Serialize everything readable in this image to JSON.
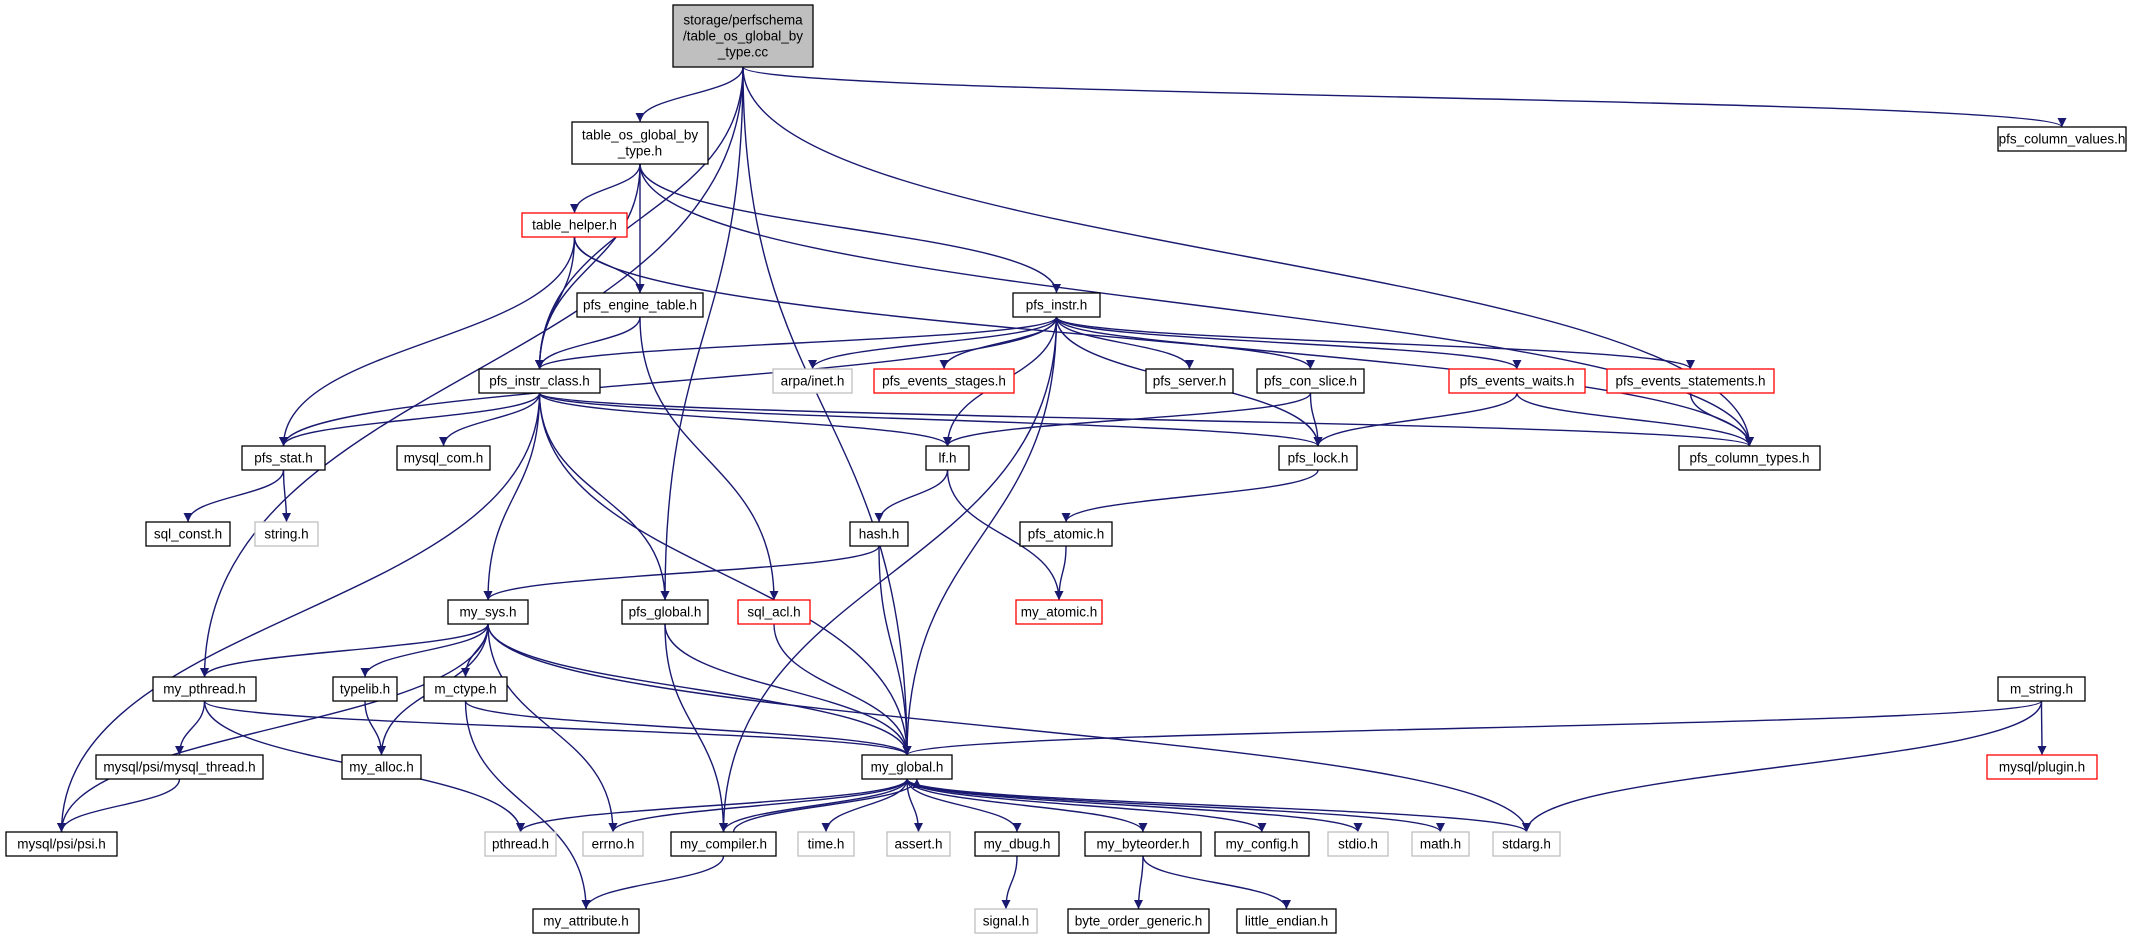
{
  "diagram": {
    "nodes": [
      {
        "id": "root",
        "lines": [
          "storage/perfschema",
          "/table_os_global_by",
          "_type.cc"
        ],
        "style": "root"
      },
      {
        "id": "tog_h",
        "lines": [
          "table_os_global_by",
          "_type.h"
        ],
        "style": "normal"
      },
      {
        "id": "pfs_column_values",
        "lines": [
          "pfs_column_values.h"
        ],
        "style": "normal"
      },
      {
        "id": "table_helper",
        "lines": [
          "table_helper.h"
        ],
        "style": "red"
      },
      {
        "id": "pfs_engine_table",
        "lines": [
          "pfs_engine_table.h"
        ],
        "style": "normal"
      },
      {
        "id": "pfs_instr",
        "lines": [
          "pfs_instr.h"
        ],
        "style": "normal"
      },
      {
        "id": "pfs_instr_class",
        "lines": [
          "pfs_instr_class.h"
        ],
        "style": "normal"
      },
      {
        "id": "arpa_inet",
        "lines": [
          "arpa/inet.h"
        ],
        "style": "gray"
      },
      {
        "id": "pfs_events_stages",
        "lines": [
          "pfs_events_stages.h"
        ],
        "style": "red"
      },
      {
        "id": "pfs_server",
        "lines": [
          "pfs_server.h"
        ],
        "style": "normal"
      },
      {
        "id": "pfs_con_slice",
        "lines": [
          "pfs_con_slice.h"
        ],
        "style": "normal"
      },
      {
        "id": "pfs_events_waits",
        "lines": [
          "pfs_events_waits.h"
        ],
        "style": "red"
      },
      {
        "id": "pfs_events_statements",
        "lines": [
          "pfs_events_statements.h"
        ],
        "style": "red"
      },
      {
        "id": "pfs_stat",
        "lines": [
          "pfs_stat.h"
        ],
        "style": "normal"
      },
      {
        "id": "mysql_com",
        "lines": [
          "mysql_com.h"
        ],
        "style": "normal"
      },
      {
        "id": "lf",
        "lines": [
          "lf.h"
        ],
        "style": "normal"
      },
      {
        "id": "pfs_lock",
        "lines": [
          "pfs_lock.h"
        ],
        "style": "normal"
      },
      {
        "id": "pfs_column_types",
        "lines": [
          "pfs_column_types.h"
        ],
        "style": "normal"
      },
      {
        "id": "sql_const",
        "lines": [
          "sql_const.h"
        ],
        "style": "normal"
      },
      {
        "id": "string_h",
        "lines": [
          "string.h"
        ],
        "style": "gray"
      },
      {
        "id": "hash",
        "lines": [
          "hash.h"
        ],
        "style": "normal"
      },
      {
        "id": "pfs_atomic",
        "lines": [
          "pfs_atomic.h"
        ],
        "style": "normal"
      },
      {
        "id": "my_sys",
        "lines": [
          "my_sys.h"
        ],
        "style": "normal"
      },
      {
        "id": "pfs_global",
        "lines": [
          "pfs_global.h"
        ],
        "style": "normal"
      },
      {
        "id": "sql_acl",
        "lines": [
          "sql_acl.h"
        ],
        "style": "red"
      },
      {
        "id": "my_atomic",
        "lines": [
          "my_atomic.h"
        ],
        "style": "red"
      },
      {
        "id": "my_pthread",
        "lines": [
          "my_pthread.h"
        ],
        "style": "normal"
      },
      {
        "id": "typelib",
        "lines": [
          "typelib.h"
        ],
        "style": "normal"
      },
      {
        "id": "m_ctype",
        "lines": [
          "m_ctype.h"
        ],
        "style": "normal"
      },
      {
        "id": "m_string",
        "lines": [
          "m_string.h"
        ],
        "style": "normal"
      },
      {
        "id": "mysql_psi_thread",
        "lines": [
          "mysql/psi/mysql_thread.h"
        ],
        "style": "normal"
      },
      {
        "id": "my_alloc",
        "lines": [
          "my_alloc.h"
        ],
        "style": "normal"
      },
      {
        "id": "my_global",
        "lines": [
          "my_global.h"
        ],
        "style": "normal"
      },
      {
        "id": "mysql_plugin",
        "lines": [
          "mysql/plugin.h"
        ],
        "style": "red"
      },
      {
        "id": "mysql_psi_psi",
        "lines": [
          "mysql/psi/psi.h"
        ],
        "style": "normal"
      },
      {
        "id": "pthread_h",
        "lines": [
          "pthread.h"
        ],
        "style": "gray"
      },
      {
        "id": "errno_h",
        "lines": [
          "errno.h"
        ],
        "style": "gray"
      },
      {
        "id": "my_compiler",
        "lines": [
          "my_compiler.h"
        ],
        "style": "normal"
      },
      {
        "id": "time_h",
        "lines": [
          "time.h"
        ],
        "style": "gray"
      },
      {
        "id": "assert_h",
        "lines": [
          "assert.h"
        ],
        "style": "gray"
      },
      {
        "id": "my_dbug",
        "lines": [
          "my_dbug.h"
        ],
        "style": "normal"
      },
      {
        "id": "my_byteorder",
        "lines": [
          "my_byteorder.h"
        ],
        "style": "normal"
      },
      {
        "id": "my_config",
        "lines": [
          "my_config.h"
        ],
        "style": "normal"
      },
      {
        "id": "stdio_h",
        "lines": [
          "stdio.h"
        ],
        "style": "gray"
      },
      {
        "id": "math_h",
        "lines": [
          "math.h"
        ],
        "style": "gray"
      },
      {
        "id": "stdarg_h",
        "lines": [
          "stdarg.h"
        ],
        "style": "gray"
      },
      {
        "id": "my_attribute",
        "lines": [
          "my_attribute.h"
        ],
        "style": "normal"
      },
      {
        "id": "signal_h",
        "lines": [
          "signal.h"
        ],
        "style": "gray"
      },
      {
        "id": "byte_order_generic",
        "lines": [
          "byte_order_generic.h"
        ],
        "style": "normal"
      },
      {
        "id": "little_endian",
        "lines": [
          "little_endian.h"
        ],
        "style": "normal"
      }
    ],
    "edges": [
      [
        "root",
        "tog_h"
      ],
      [
        "root",
        "pfs_column_values"
      ],
      [
        "root",
        "pfs_instr_class"
      ],
      [
        "root",
        "pfs_column_types"
      ],
      [
        "root",
        "my_pthread"
      ],
      [
        "root",
        "pfs_global"
      ],
      [
        "root",
        "my_global"
      ],
      [
        "tog_h",
        "table_helper"
      ],
      [
        "tog_h",
        "pfs_engine_table"
      ],
      [
        "tog_h",
        "pfs_instr"
      ],
      [
        "tog_h",
        "pfs_instr_class"
      ],
      [
        "tog_h",
        "pfs_column_types"
      ],
      [
        "table_helper",
        "pfs_engine_table"
      ],
      [
        "table_helper",
        "pfs_instr_class"
      ],
      [
        "table_helper",
        "pfs_stat"
      ],
      [
        "table_helper",
        "pfs_column_types"
      ],
      [
        "pfs_engine_table",
        "pfs_instr_class"
      ],
      [
        "pfs_engine_table",
        "sql_acl"
      ],
      [
        "pfs_instr",
        "pfs_instr_class"
      ],
      [
        "pfs_instr",
        "arpa_inet"
      ],
      [
        "pfs_instr",
        "pfs_events_stages"
      ],
      [
        "pfs_instr",
        "pfs_server"
      ],
      [
        "pfs_instr",
        "pfs_con_slice"
      ],
      [
        "pfs_instr",
        "pfs_events_waits"
      ],
      [
        "pfs_instr",
        "pfs_events_statements"
      ],
      [
        "pfs_instr",
        "pfs_stat"
      ],
      [
        "pfs_instr",
        "lf"
      ],
      [
        "pfs_instr",
        "pfs_lock"
      ],
      [
        "pfs_instr",
        "my_compiler"
      ],
      [
        "pfs_instr",
        "my_global"
      ],
      [
        "pfs_instr_class",
        "pfs_stat"
      ],
      [
        "pfs_instr_class",
        "mysql_com"
      ],
      [
        "pfs_instr_class",
        "lf"
      ],
      [
        "pfs_instr_class",
        "pfs_lock"
      ],
      [
        "pfs_instr_class",
        "pfs_column_types"
      ],
      [
        "pfs_instr_class",
        "my_sys"
      ],
      [
        "pfs_instr_class",
        "pfs_global"
      ],
      [
        "pfs_instr_class",
        "my_global"
      ],
      [
        "pfs_instr_class",
        "mysql_psi_psi"
      ],
      [
        "pfs_con_slice",
        "lf"
      ],
      [
        "pfs_con_slice",
        "pfs_lock"
      ],
      [
        "pfs_events_waits",
        "pfs_lock"
      ],
      [
        "pfs_events_waits",
        "pfs_column_types"
      ],
      [
        "pfs_events_statements",
        "pfs_column_types"
      ],
      [
        "pfs_stat",
        "sql_const"
      ],
      [
        "pfs_stat",
        "string_h"
      ],
      [
        "lf",
        "hash"
      ],
      [
        "lf",
        "my_atomic"
      ],
      [
        "pfs_lock",
        "pfs_atomic"
      ],
      [
        "pfs_atomic",
        "my_atomic"
      ],
      [
        "hash",
        "my_sys"
      ],
      [
        "hash",
        "my_global"
      ],
      [
        "my_sys",
        "my_pthread"
      ],
      [
        "my_sys",
        "typelib"
      ],
      [
        "my_sys",
        "m_ctype"
      ],
      [
        "my_sys",
        "my_alloc"
      ],
      [
        "my_sys",
        "my_global"
      ],
      [
        "my_sys",
        "errno_h"
      ],
      [
        "my_sys",
        "stdarg_h"
      ],
      [
        "my_sys",
        "mysql_psi_psi"
      ],
      [
        "pfs_global",
        "my_global"
      ],
      [
        "pfs_global",
        "my_compiler"
      ],
      [
        "sql_acl",
        "my_global"
      ],
      [
        "my_pthread",
        "mysql_psi_thread"
      ],
      [
        "my_pthread",
        "my_global"
      ],
      [
        "my_pthread",
        "pthread_h"
      ],
      [
        "mysql_psi_thread",
        "mysql_psi_psi"
      ],
      [
        "typelib",
        "my_alloc"
      ],
      [
        "m_ctype",
        "my_global"
      ],
      [
        "m_ctype",
        "my_attribute"
      ],
      [
        "m_string",
        "my_global"
      ],
      [
        "m_string",
        "mysql_plugin"
      ],
      [
        "m_string",
        "stdarg_h"
      ],
      [
        "my_global",
        "pthread_h"
      ],
      [
        "my_global",
        "errno_h"
      ],
      [
        "my_global",
        "my_compiler"
      ],
      [
        "my_global",
        "time_h"
      ],
      [
        "my_global",
        "assert_h"
      ],
      [
        "my_global",
        "my_dbug"
      ],
      [
        "my_global",
        "my_byteorder"
      ],
      [
        "my_global",
        "my_config"
      ],
      [
        "my_global",
        "stdio_h"
      ],
      [
        "my_global",
        "math_h"
      ],
      [
        "my_global",
        "stdarg_h"
      ],
      [
        "my_compiler",
        "my_global"
      ],
      [
        "my_compiler",
        "my_attribute"
      ],
      [
        "my_dbug",
        "signal_h"
      ],
      [
        "my_byteorder",
        "byte_order_generic"
      ],
      [
        "my_byteorder",
        "little_endian"
      ]
    ]
  },
  "colors": {
    "edge": "#191970",
    "normal_border": "#000000",
    "red_border": "#ff0000",
    "gray_border": "#bfbfbf",
    "root_fill": "#bfbfbf",
    "fill": "#ffffff"
  }
}
